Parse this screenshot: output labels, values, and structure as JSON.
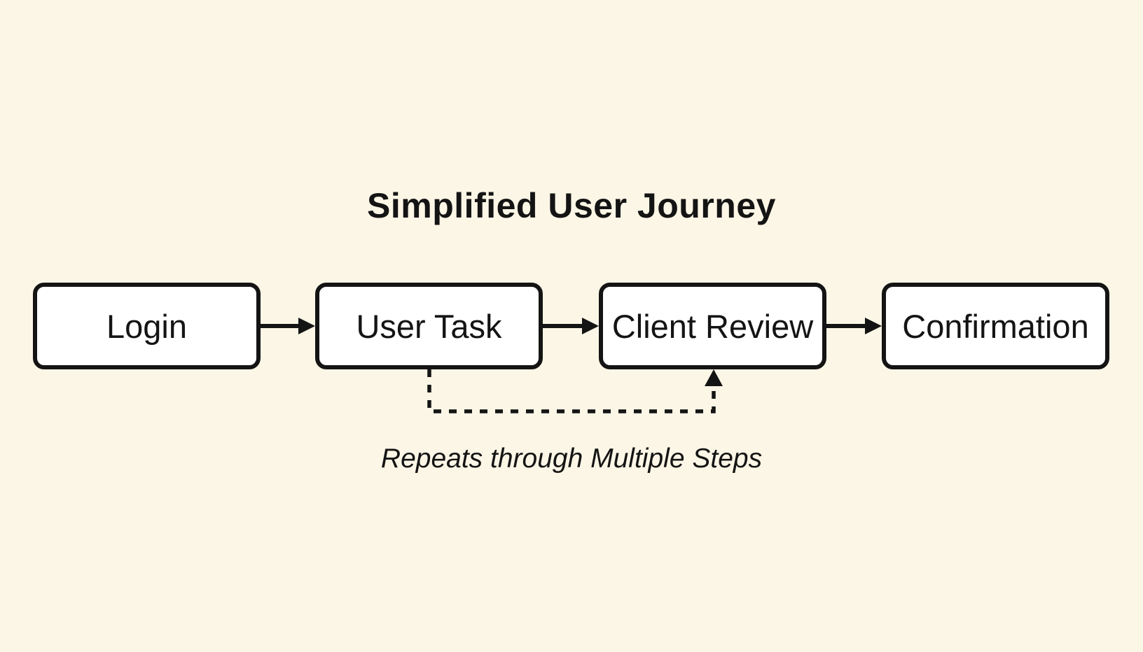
{
  "title": "Simplified User Journey",
  "nodes": [
    {
      "id": "login",
      "label": "Login"
    },
    {
      "id": "user-task",
      "label": "User Task"
    },
    {
      "id": "client-review",
      "label": "Client Review"
    },
    {
      "id": "confirmation",
      "label": "Confirmation"
    }
  ],
  "edges": [
    {
      "from": "Login",
      "to": "User Task",
      "style": "solid-arrow"
    },
    {
      "from": "User Task",
      "to": "Client Review",
      "style": "solid-arrow"
    },
    {
      "from": "Client Review",
      "to": "Confirmation",
      "style": "solid-arrow"
    },
    {
      "from": "User Task",
      "to": "Client Review",
      "style": "dashed-arrow",
      "label": "Repeats through Multiple Steps"
    }
  ],
  "loop_caption": "Repeats through Multiple Steps",
  "colors": {
    "background": "#FCF6E6",
    "node_fill": "#FFFFFF",
    "stroke": "#141414",
    "text": "#141414"
  }
}
